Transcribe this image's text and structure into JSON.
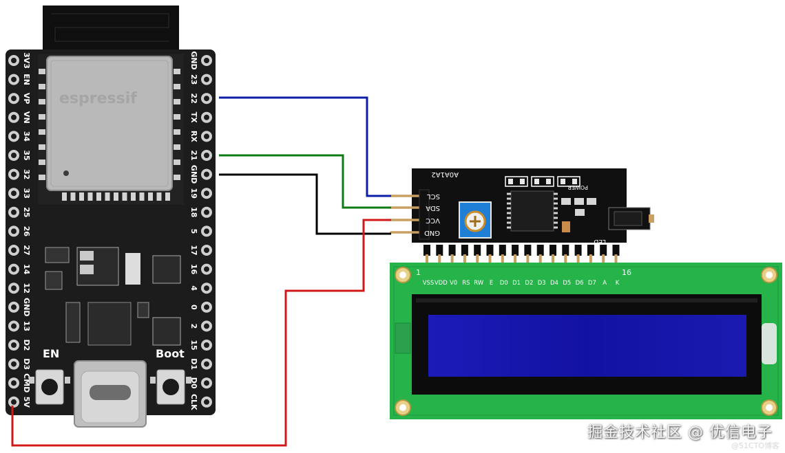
{
  "esp32": {
    "left_pins": [
      "3V3",
      "EN",
      "VP",
      "VN",
      "34",
      "35",
      "32",
      "33",
      "25",
      "26",
      "27",
      "14",
      "12",
      "GND",
      "13",
      "D2",
      "D3",
      "CMD",
      "5V"
    ],
    "right_pins": [
      "GND",
      "23",
      "22",
      "TX",
      "RX",
      "21",
      "GND",
      "19",
      "18",
      "5",
      "17",
      "16",
      "4",
      "0",
      "2",
      "15",
      "D1",
      "D0",
      "CLK"
    ],
    "button_en": "EN",
    "button_boot": "Boot",
    "colors": {
      "pcb": "#1c1c1c",
      "shield": "#b8b8b8",
      "antenna": "#0f0f0f"
    }
  },
  "i2c_module": {
    "pins": [
      "SCL",
      "SDA",
      "VCC",
      "GND"
    ],
    "addr_label": "A0A1A2",
    "power_label": "POWER",
    "led_label": "LED",
    "pcb_color": "#101010",
    "pot_color": "#1f7fd6"
  },
  "lcd": {
    "pin_first": "1",
    "pin_last": "16",
    "pin_names": [
      "VSS",
      "VDD",
      "V0",
      "RS",
      "RW",
      "E",
      "D0",
      "D1",
      "D2",
      "D3",
      "D4",
      "D5",
      "D6",
      "D7",
      "A",
      "K"
    ],
    "pcb_color": "#25b34a",
    "screen_color": "#1a1ab0"
  },
  "wires": [
    {
      "from": "22",
      "to": "SCL",
      "color": "#0a1ea8"
    },
    {
      "from": "21",
      "to": "SDA",
      "color": "#0b7a12"
    },
    {
      "from": "GND",
      "to": "GND",
      "color": "#000000"
    },
    {
      "from": "5V",
      "to": "VCC",
      "color": "#d01818"
    }
  ],
  "watermark": {
    "main": "掘金技术社区 @ 优信电子",
    "small": "@51CTO博客"
  }
}
